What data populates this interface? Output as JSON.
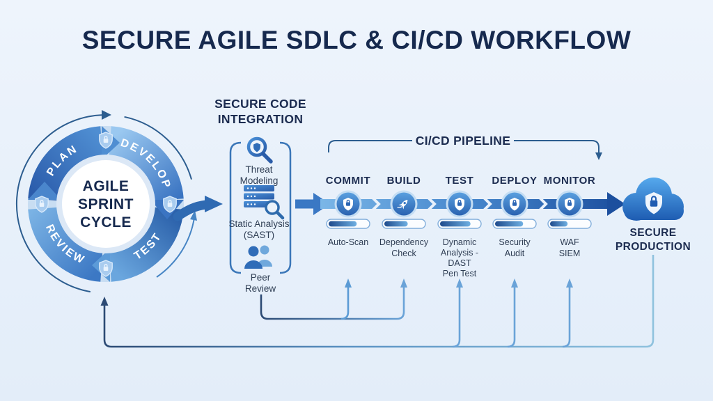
{
  "title": "SECURE AGILE SDLC & CI/CD WORKFLOW",
  "colors": {
    "background": "#e9f1fb",
    "navy_text": "#16294e",
    "accent_blue": "#2f6ab2",
    "band_light": "#72b1e6",
    "band_dark": "#1c4f9e",
    "feedback_dark": "#2c4a74",
    "feedback_light": "#6aa3d8"
  },
  "agile_cycle": {
    "center_lines": [
      "AGILE",
      "SPRINT",
      "CYCLE"
    ],
    "segments": [
      {
        "label": "PLAN",
        "icon": "shield-lock-badge-icon"
      },
      {
        "label": "DEVELOP",
        "icon": "shield-lock-badge-icon"
      },
      {
        "label": "TEST",
        "icon": "shield-lock-badge-icon"
      },
      {
        "label": "REVIEW",
        "icon": "shield-lock-badge-icon"
      }
    ]
  },
  "secure_code_integration": {
    "header_lines": [
      "SECURE CODE",
      "INTEGRATION"
    ],
    "items": [
      {
        "icon": "threat-modeling-magnifier-shield-icon",
        "lines": [
          "Threat",
          "Modeling"
        ]
      },
      {
        "icon": "static-analysis-server-scan-icon",
        "lines": [
          "Static Analysis",
          "(SAST)"
        ]
      },
      {
        "icon": "peer-review-people-icon",
        "lines": [
          "Peer",
          "Review"
        ]
      }
    ]
  },
  "pipeline": {
    "header": "CI/CD PIPELINE",
    "stages": [
      {
        "label": "COMMIT",
        "icon": "shield-lock-icon",
        "progress": 72,
        "tool_lines": [
          "Auto-Scan"
        ]
      },
      {
        "label": "BUILD",
        "icon": "rocket-icon",
        "progress": 60,
        "tool_lines": [
          "Dependency",
          "Check"
        ]
      },
      {
        "label": "TEST",
        "icon": "shield-lock-icon",
        "progress": 78,
        "tool_lines": [
          "Dynamic",
          "Analysis -",
          "DAST",
          "Pen Test"
        ]
      },
      {
        "label": "DEPLOY",
        "icon": "shield-lock-icon",
        "progress": 72,
        "tool_lines": [
          "Security",
          "Audit"
        ]
      },
      {
        "label": "MONITOR",
        "icon": "shield-lock-icon",
        "progress": 45,
        "tool_lines": [
          "WAF",
          "SIEM"
        ]
      }
    ]
  },
  "production": {
    "icon": "cloud-shield-lock-icon",
    "label_lines": [
      "SECURE",
      "PRODUCTION"
    ]
  }
}
